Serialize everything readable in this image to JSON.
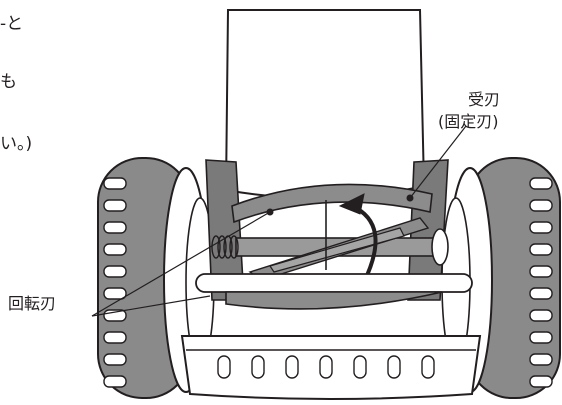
{
  "left_text": {
    "line1": "‐と",
    "line2": "も",
    "line3": "い。)"
  },
  "labels": {
    "fixed_blade_line1": "受刃",
    "fixed_blade_line2": "(固定刃)",
    "rotary_blade": "回転刃"
  }
}
